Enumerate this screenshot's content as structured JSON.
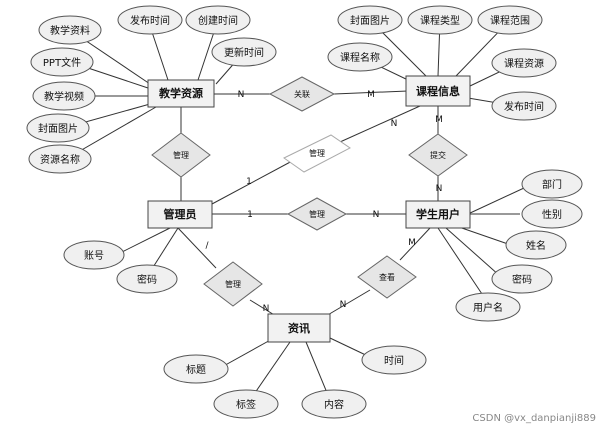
{
  "entities": {
    "resource": "教学资源",
    "course": "课程信息",
    "admin": "管理员",
    "student": "学生用户",
    "news": "资讯"
  },
  "attributes": {
    "res_material": "教学资料",
    "res_publish_time": "发布时间",
    "res_create_time": "创建时间",
    "res_update_time": "更新时间",
    "res_ppt": "PPT文件",
    "res_video": "教学视频",
    "res_cover": "封面图片",
    "res_name": "资源名称",
    "course_cover": "封面图片",
    "course_type": "课程类型",
    "course_scope": "课程范围",
    "course_name": "课程名称",
    "course_resource": "课程资源",
    "course_publish_time": "发布时间",
    "stu_dept": "部门",
    "stu_gender": "性别",
    "stu_name": "姓名",
    "stu_password": "密码",
    "stu_username": "用户名",
    "admin_account": "账号",
    "admin_password": "密码",
    "news_title": "标题",
    "news_tag": "标签",
    "news_content": "内容",
    "news_time": "时间"
  },
  "relations": {
    "res_course": "关联",
    "admin_res": "管理",
    "admin_course": "管理",
    "admin_student": "管理",
    "admin_news": "管理",
    "student_course": "提交",
    "student_news": "查看"
  },
  "cardinalities": {
    "res_course_res": "N",
    "res_course_course": "M",
    "admin_course_admin": "1",
    "admin_course_course": "N",
    "admin_student_admin": "1",
    "admin_student_student": "N",
    "admin_news_admin": "/",
    "admin_news_news": "N",
    "student_course_student": "N",
    "student_course_course": "M",
    "student_news_student": "M",
    "student_news_news": "N"
  },
  "watermark": "CSDN @vx_danpianji889"
}
